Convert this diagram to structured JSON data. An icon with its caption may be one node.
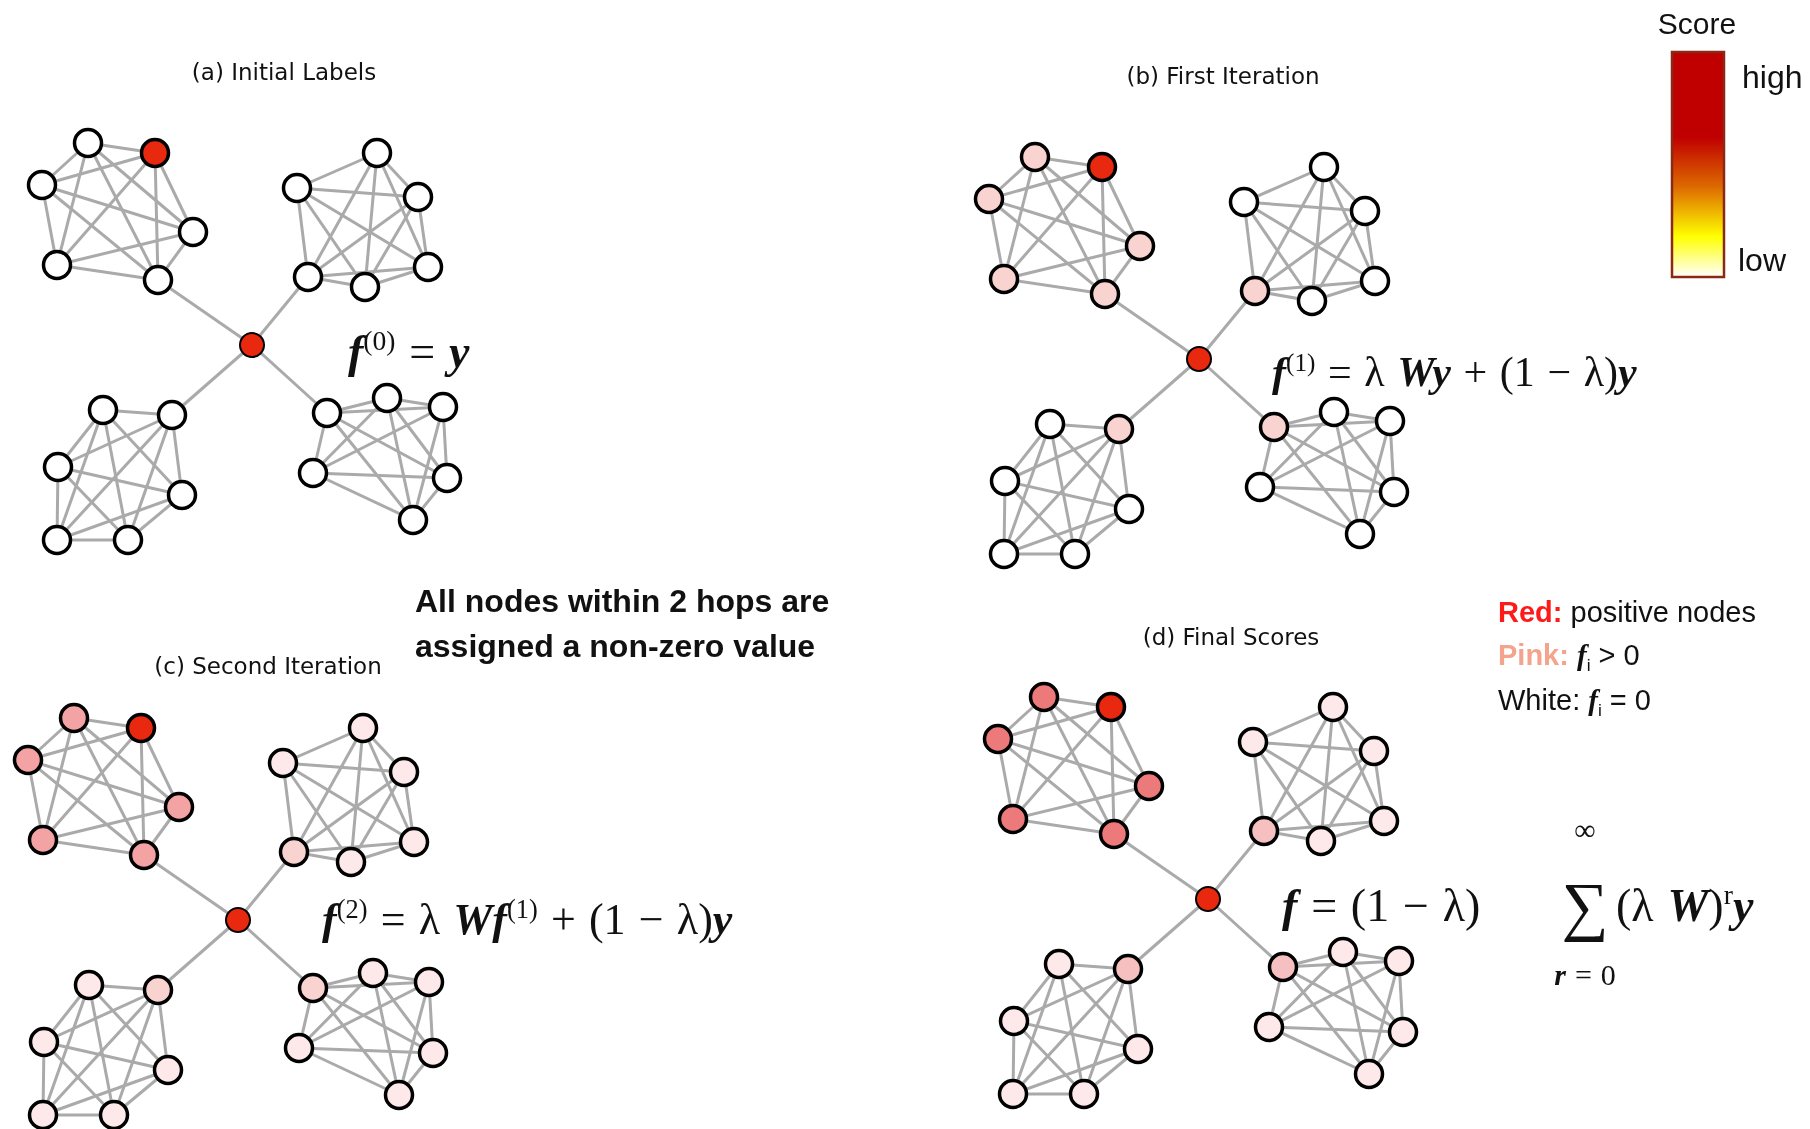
{
  "diagram": {
    "labels": [
      "Score",
      "high",
      "low",
      "(a) Initial Labels",
      "(b) First Iteration",
      "*f*$^{(0)}$ = *y*",
      "*f*$^{(1)}$ = λ *Wy* + (1 − λ)*y*",
      "**Red:** positive nodes",
      "(c) Second Iteration",
      "All nodes within 2 hops are assigned a non-zero value",
      "(d) Final Scores",
      "**Pink:** *f*$_{i}$ > 0",
      "White: *f*$_{i}$ = 0",
      "*f*$^{(2)}$ = λ *Wf*$^{(1)}$ + (1 − λ)*y*",
      "∞",
      "*f* = (1 − λ)",
      "∑",
      "(λ *W*)$^{r}$*y*",
      "*r* = 0"
    ]
  }
}
